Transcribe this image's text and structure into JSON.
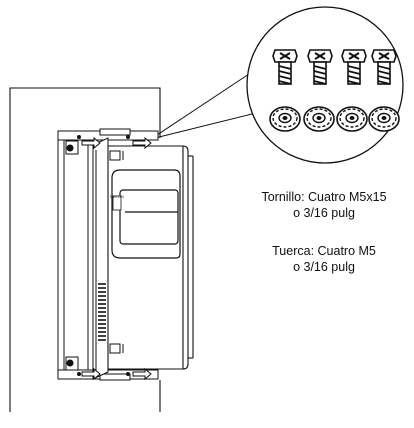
{
  "labels": {
    "screw_line1": "Tornillo: Cuatro M5x15",
    "screw_line2": "o 3/16 pulg",
    "nut_line1": "Tuerca: Cuatro M5",
    "nut_line2": "o 3/16 pulg"
  },
  "device": {
    "brand_text": "EATON"
  },
  "hardware": {
    "screw_count": 4,
    "nut_count": 4
  },
  "colors": {
    "line": "#111111",
    "shade": "#cccccc",
    "background": "#ffffff"
  }
}
